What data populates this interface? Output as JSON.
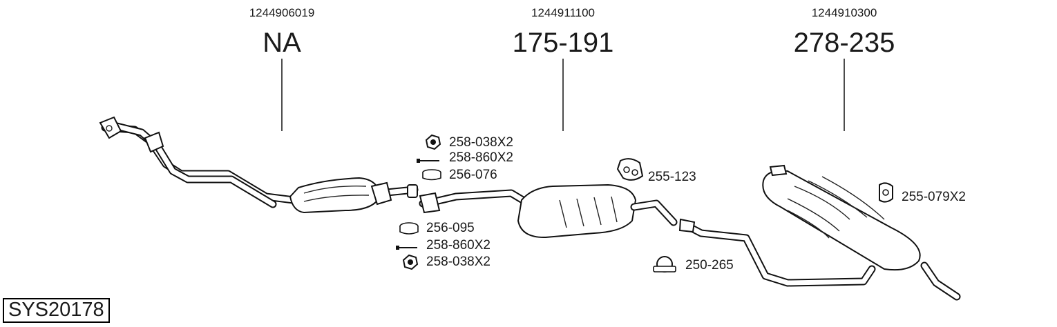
{
  "diagram_id": "SYS20178",
  "sections": [
    {
      "oe_number": "1244906019",
      "part_number": "NA"
    },
    {
      "oe_number": "1244911100",
      "part_number": "175-191"
    },
    {
      "oe_number": "1244910300",
      "part_number": "278-235"
    }
  ],
  "parts": {
    "nut_top": "258-038X2",
    "bolt_top": "258-860X2",
    "gasket_top": "256-076",
    "hanger_mid": "255-123",
    "hanger_right": "255-079X2",
    "gasket_bottom": "256-095",
    "bolt_bottom": "258-860X2",
    "nut_bottom": "258-038X2",
    "clamp": "250-265"
  }
}
